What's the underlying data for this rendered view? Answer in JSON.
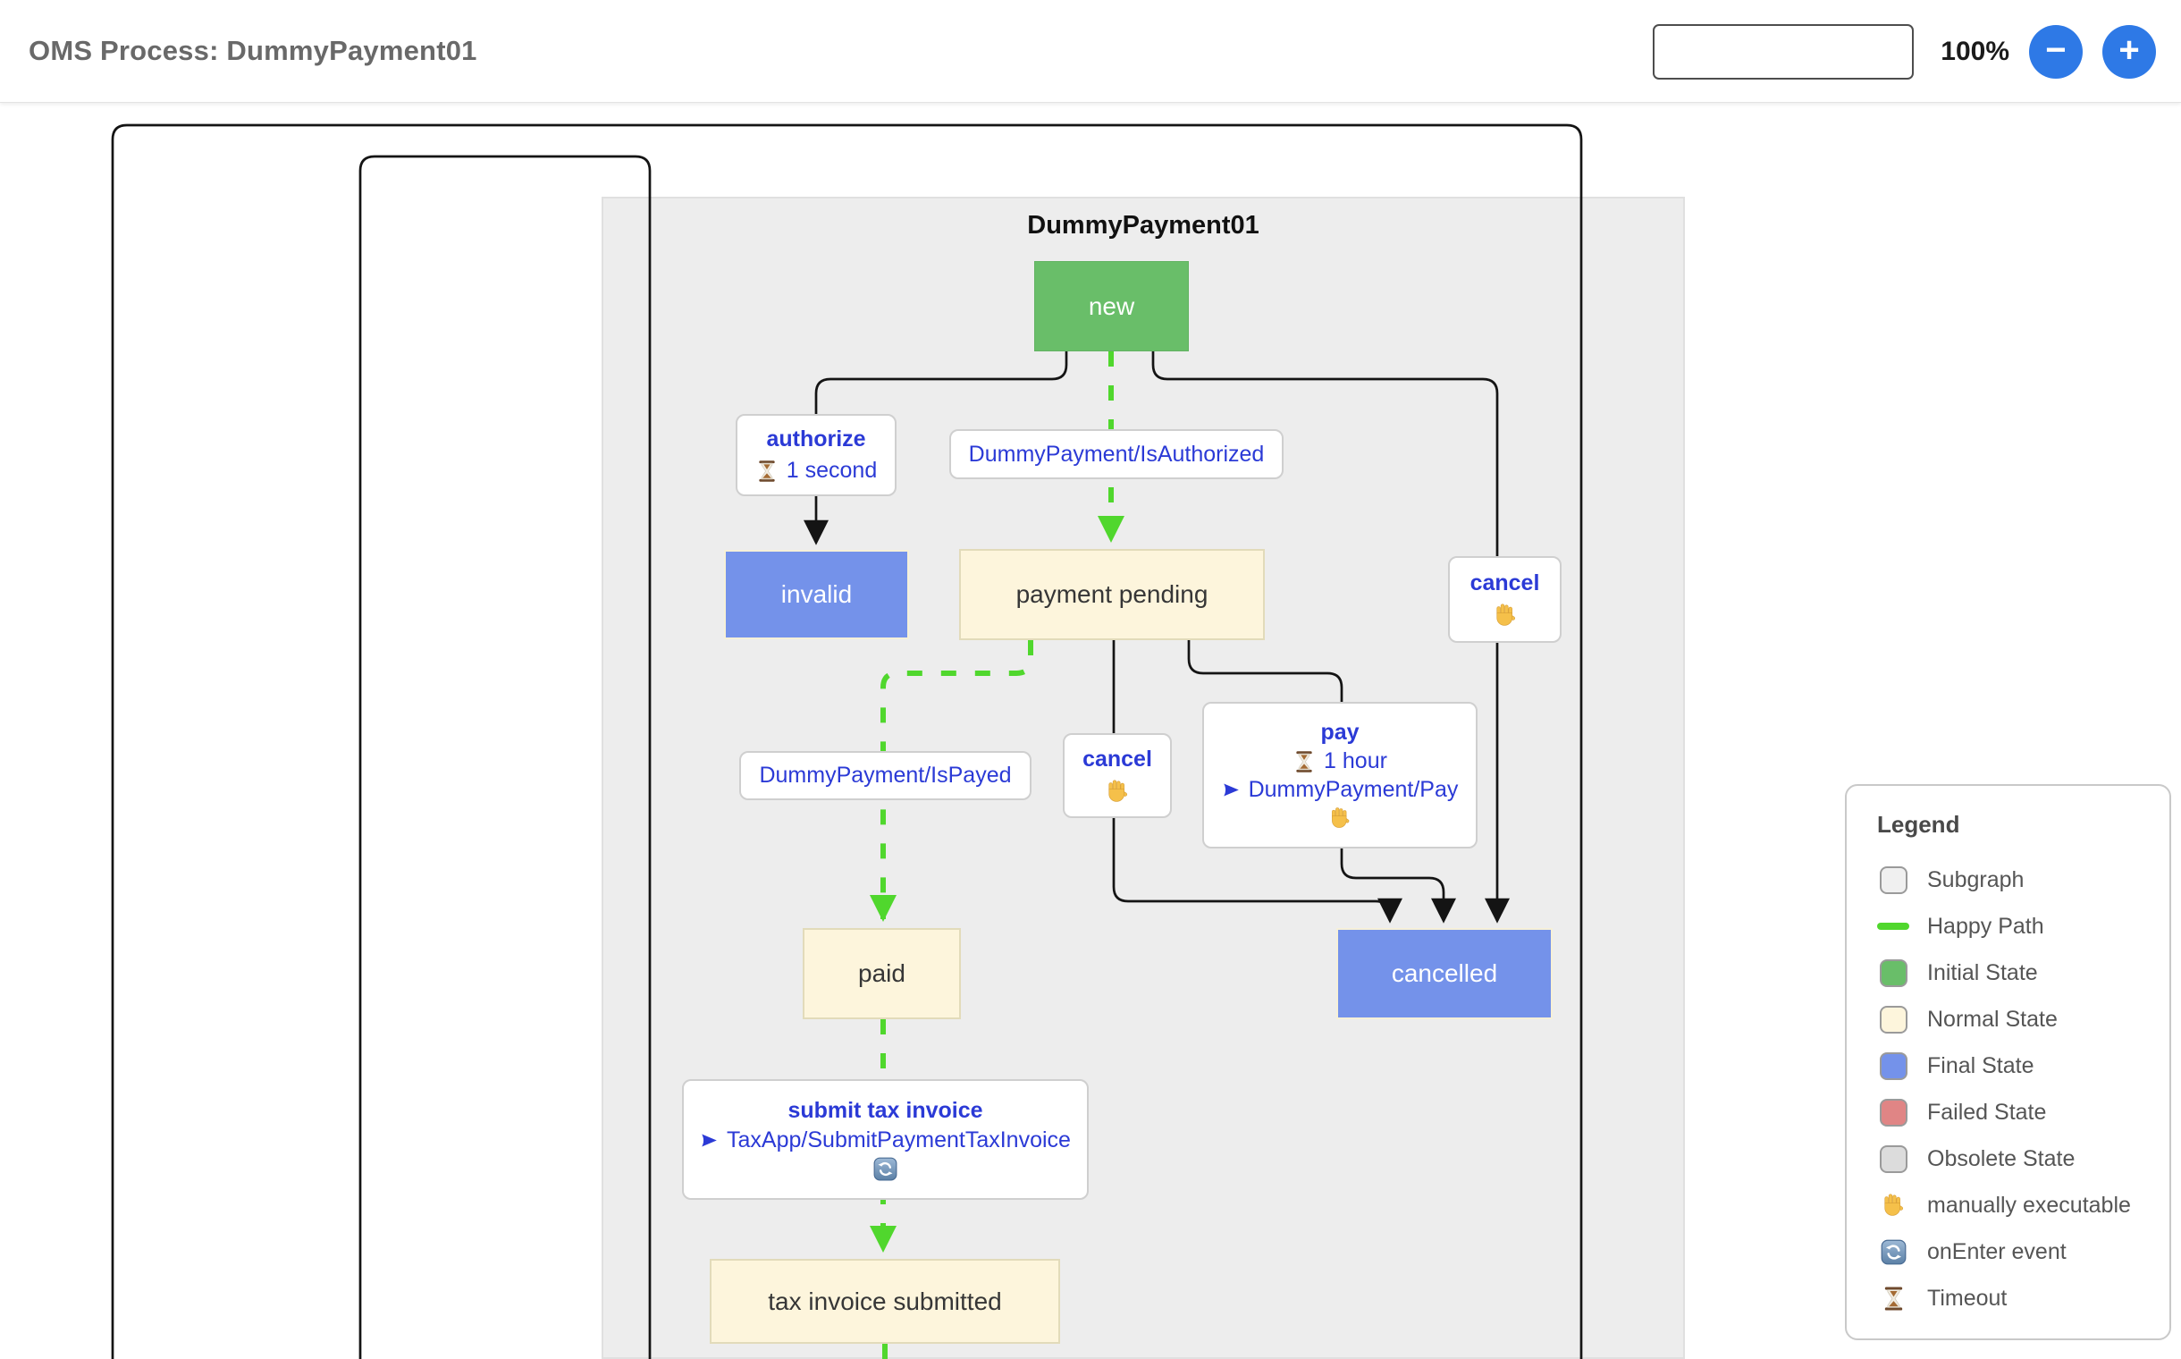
{
  "header": {
    "title": "OMS Process: DummyPayment01",
    "zoom_input_value": "",
    "zoom_percent": "100%",
    "minus_label": "−",
    "plus_label": "+"
  },
  "diagram": {
    "subgraph_label": "DummyPayment01",
    "states": {
      "new": "new",
      "invalid": "invalid",
      "payment_pending": "payment pending",
      "paid": "paid",
      "cancelled": "cancelled",
      "tax_invoice_submitted": "tax invoice submitted"
    },
    "transitions": {
      "authorize": {
        "label": "authorize",
        "timeout": "1 second"
      },
      "is_authorized": {
        "label": "DummyPayment/IsAuthorized"
      },
      "cancel_top": {
        "label": "cancel"
      },
      "is_payed": {
        "label": "DummyPayment/IsPayed"
      },
      "cancel_mid": {
        "label": "cancel"
      },
      "pay": {
        "label": "pay",
        "timeout": "1 hour",
        "event": "DummyPayment/Pay"
      },
      "submit_tax_invoice": {
        "label": "submit tax invoice",
        "event": "TaxApp/SubmitPaymentTaxInvoice"
      }
    },
    "icons": {
      "timeout": "hourglass ⌛",
      "manually_executable": "raised hand ✋",
      "on_enter_event": "circular arrows 🔄",
      "event_arrow": "➤"
    },
    "colors": {
      "happy_path": "#50d72d",
      "initial_state": "#69be69",
      "normal_state": "#fdf5dc",
      "final_state": "#7492ea",
      "failed_state": "#e08585",
      "obsolete_state": "#dcdcdc",
      "subgraph_fill": "#ededed",
      "edge": "#141414",
      "link_text": "#2b3ad6",
      "button_blue": "#2e79e6"
    }
  },
  "legend": {
    "title": "Legend",
    "items": [
      {
        "label": "Subgraph"
      },
      {
        "label": "Happy Path"
      },
      {
        "label": "Initial State"
      },
      {
        "label": "Normal State"
      },
      {
        "label": "Final State"
      },
      {
        "label": "Failed State"
      },
      {
        "label": "Obsolete State"
      },
      {
        "label": "manually executable"
      },
      {
        "label": "onEnter event"
      },
      {
        "label": "Timeout"
      }
    ]
  }
}
